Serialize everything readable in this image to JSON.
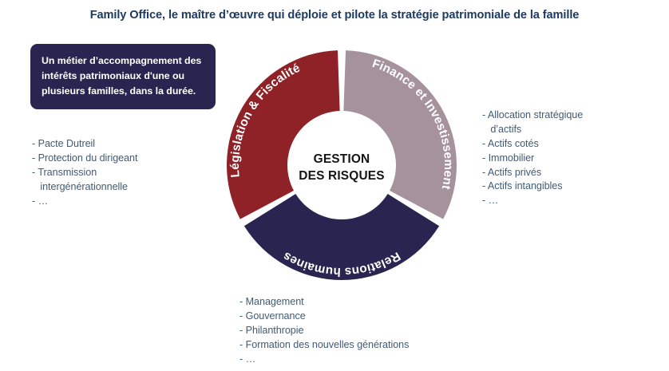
{
  "page": {
    "title": "Family Office, le maître d’œuvre qui déploie et pilote la stratégie patrimoniale de la famille",
    "background": "#ffffff",
    "title_color": "#1f3a60",
    "bullet_color": "#3f5b76"
  },
  "callout": {
    "text": "Un métier d’accompagnement des intérêts patrimoniaux d'une ou plusieurs familles, dans la durée.",
    "background": "#2a2550",
    "text_color": "#ffffff"
  },
  "chart_data": {
    "type": "pie",
    "variant": "donut",
    "title": "GESTION DES RISQUES",
    "center_lines": [
      "GESTION",
      "DES RISQUES"
    ],
    "center_text_color": "#141414",
    "gap_degrees": 4,
    "start_angle_degrees": 0,
    "outer_radius": 144,
    "inner_radius": 68,
    "categories": [
      "Législation & Fiscalité",
      "Finance et Investissement",
      "Relations humaines"
    ],
    "values": [
      33.33,
      33.33,
      33.33
    ],
    "colors": [
      "#8e2226",
      "#a6929b",
      "#2a2550"
    ],
    "legend_position": "on-segments",
    "segments": [
      {
        "label": "Législation & Fiscalité",
        "color": "#8e2226",
        "share_percent": 33.33,
        "start_deg": 242,
        "end_deg": 358
      },
      {
        "label": "Finance et Investissement",
        "color": "#a6929b",
        "share_percent": 33.33,
        "start_deg": 2,
        "end_deg": 118
      },
      {
        "label": "Relations humaines",
        "color": "#2a2550",
        "share_percent": 33.33,
        "start_deg": 122,
        "end_deg": 238
      }
    ]
  },
  "lists": {
    "legislation": {
      "related_segment": "Législation & Fiscalité",
      "items": [
        "- Pacte Dutreil",
        "- Protection du dirigeant",
        "- Transmission",
        "   intergénérationnelle",
        "- …"
      ]
    },
    "finance": {
      "related_segment": "Finance et Investissement",
      "items": [
        "- Allocation stratégique",
        "   d’actifs",
        "- Actifs cotés",
        "- Immobilier",
        "- Actifs privés",
        "- Actifs intangibles",
        "- …"
      ]
    },
    "relations": {
      "related_segment": "Relations humaines",
      "items": [
        "- Management",
        "- Gouvernance",
        "- Philanthropie",
        "- Formation des nouvelles générations",
        "- …"
      ]
    }
  }
}
